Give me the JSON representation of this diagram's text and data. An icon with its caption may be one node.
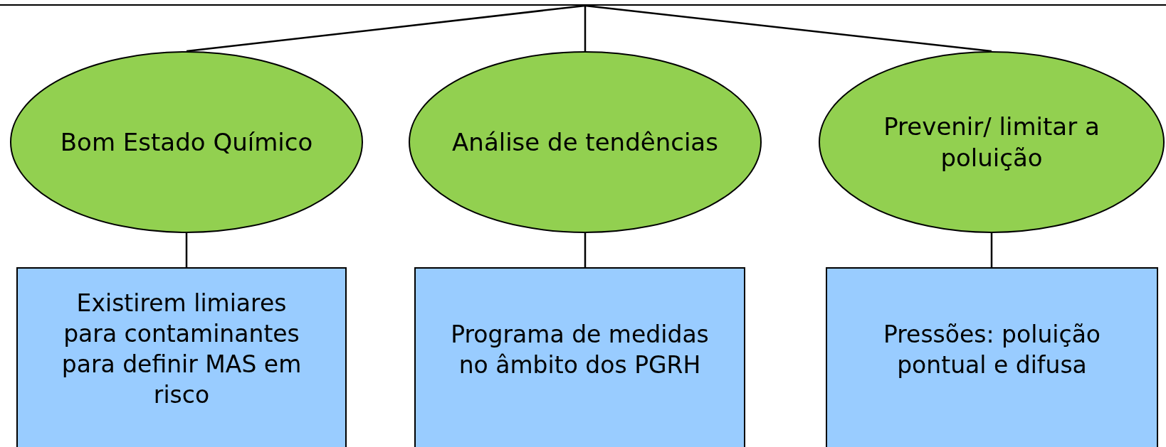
{
  "diagram": {
    "nodes": [
      {
        "text": [],
        "shape": "box"
      },
      {
        "text": [
          "Bom Estado Químico"
        ]
      },
      {
        "text": [
          "Análise de tendências"
        ]
      },
      {
        "text": [
          "Prevenir/ limitar a poluição"
        ]
      },
      {
        "text": [
          "Existirem limiares para contaminantes para definir MAS em risco"
        ]
      },
      {
        "text": [
          "Programa de medidas no âmbito dos PGRH"
        ]
      },
      {
        "text": [
          "Pressões: poluição pontual e difusa"
        ]
      }
    ],
    "edges": [
      {
        "from": 0,
        "to": 1,
        "arrow": "none"
      },
      {
        "from": 0,
        "to": 2,
        "arrow": "none"
      },
      {
        "from": 0,
        "to": 3,
        "arrow": "none"
      },
      {
        "from": 1,
        "to": 4,
        "arrow": "none"
      },
      {
        "from": 2,
        "to": 5,
        "arrow": "none"
      },
      {
        "from": 3,
        "to": 6,
        "arrow": "none"
      }
    ]
  }
}
